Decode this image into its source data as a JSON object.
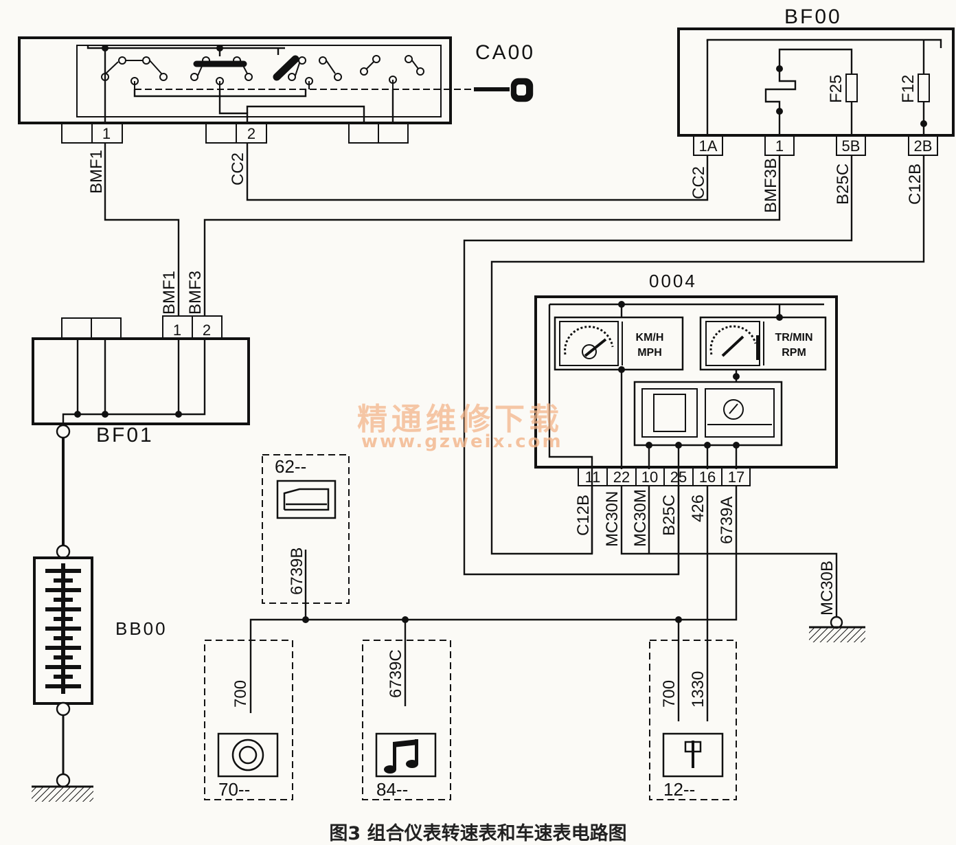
{
  "components": {
    "ca00": "CA00",
    "bf00": "BF00",
    "bf01": "BF01",
    "bb00": "BB00",
    "instrument": "0004"
  },
  "ca00_pins": [
    "1",
    "2"
  ],
  "bf00_pins": [
    "1A",
    "1",
    "5B",
    "2B"
  ],
  "bf00_fuses": [
    "F25",
    "F12"
  ],
  "bf01_pins": [
    "1",
    "2"
  ],
  "instrument_pins": [
    "11",
    "22",
    "10",
    "25",
    "16",
    "17"
  ],
  "gauges": {
    "speed_unit_1": "KM/H",
    "speed_unit_2": "MPH",
    "rpm_unit_1": "TR/MIN",
    "rpm_unit_2": "RPM"
  },
  "wires": {
    "bmf1_top": "BMF1",
    "cc2_top": "CC2",
    "cc2_right": "CC2",
    "bmf3b": "BMF3B",
    "b25c_top": "B25C",
    "c12b_top": "C12B",
    "bmf1_bf01": "BMF1",
    "bmf3_bf01": "BMF3",
    "c12b_bottom": "C12B",
    "mc30n": "MC30N",
    "mc30m": "MC30M",
    "b25c_bottom": "B25C",
    "w426": "426",
    "w6739a": "6739A",
    "w6739b": "6739B",
    "w6739c": "6739C",
    "w700_left": "700",
    "w700_right": "700",
    "w1330": "1330",
    "mc30b": "MC30B"
  },
  "modules": {
    "m62": "62--",
    "m70": "70--",
    "m84": "84--",
    "m12": "12--"
  },
  "watermark": {
    "line1": "精通维修下载",
    "line2": "www.gzweix.com"
  },
  "caption": "图3 组合仪表转速表和车速表电路图"
}
